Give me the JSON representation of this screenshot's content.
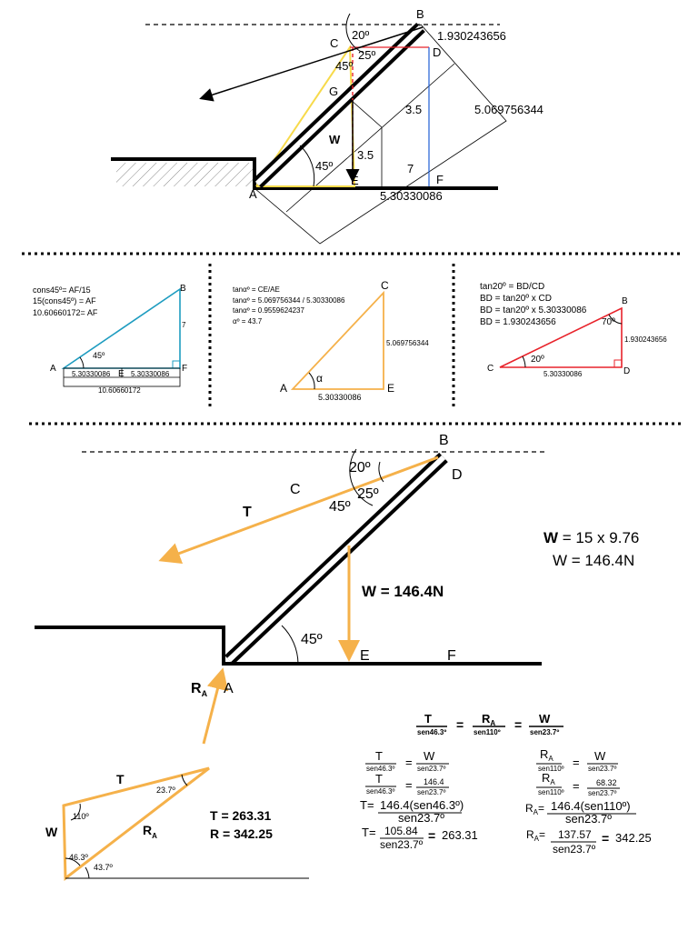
{
  "top": {
    "B": "B",
    "C": "C",
    "D": "D",
    "G": "G",
    "W": "W",
    "A": "A",
    "E": "E",
    "F": "F",
    "ang20": "20º",
    "ang25": "25º",
    "ang45a": "45º",
    "ang45b": "45º",
    "bd": "1.930243656",
    "cf": "5.069756344",
    "af": "5.30330086",
    "s35a": "3.5",
    "s35b": "3.5",
    "s7": "7"
  },
  "panel1": {
    "lines": [
      "cons45º= AF/15",
      "15(cons45º) = AF",
      "10.60660172=  AF"
    ],
    "B": "B",
    "A": "A",
    "E": "E",
    "F": "F",
    "side": "7",
    "angle": "45º",
    "ae": "5.30330086",
    "ef": "5.30330086",
    "total": "10.60660172"
  },
  "panel2": {
    "lines": [
      "tanαº = CE/AE",
      "tanαº = 5.069756344 / 5.30330086",
      "tanαº = 0.9559624237",
      "αº = 43.7"
    ],
    "C": "C",
    "A": "A",
    "E": "E",
    "alpha": "α",
    "ce": "5.069756344",
    "ae": "5.30330086"
  },
  "panel3": {
    "lines": [
      "tan20º = BD/CD",
      "BD = tan20º x CD",
      "BD = tan20º x 5.30330086",
      "BD = 1.930243656"
    ],
    "B": "B",
    "C": "C",
    "D": "D",
    "ang70": "70º",
    "ang20": "20º",
    "bd": "1.930243656",
    "cd": "5.30330086"
  },
  "fbd": {
    "B": "B",
    "C": "C",
    "D": "D",
    "E": "E",
    "F": "F",
    "A": "A",
    "T": "T",
    "ang20": "20º",
    "ang25": "25º",
    "ang45a": "45º",
    "ang45b": "45º",
    "w_main": "W = 146.4N",
    "w_eq1": "W = 15 x 9.76",
    "w_eq2": "W = 146.4N",
    "RA_R": "R",
    "RA_sub": "A"
  },
  "tri": {
    "T": "T",
    "W": "W",
    "R": "R",
    "R_sub": "A",
    "a237": "23.7º",
    "a110": "110º",
    "a463": "46.3º",
    "a437": "43.7º",
    "res1": "T = 263.31",
    "res2": "R = 342.25"
  },
  "eq": {
    "main": {
      "T": "T",
      "s1": "sen46.3º",
      "R": "R",
      "Rsub": "A",
      "s2": "sen110º",
      "W": "W",
      "s3": "sen23.7º"
    },
    "left": {
      "l1_T": "T",
      "l1_s1": "sen46.3º",
      "l1_W": "W",
      "l1_s2": "sen23.7º",
      "l2_T": "T",
      "l2_s1": "sen46.3º",
      "l2_num": "146.4",
      "l2_s2": "sen23.7º",
      "l3_pre": "T=",
      "l3_num": "146.4(sen46.3º)",
      "l3_den": "sen23.7º",
      "l4_pre": "T=",
      "l4_num": "105.84",
      "l4_den": "sen23.7º",
      "l4_res": "263.31"
    },
    "right": {
      "r1_R": "R",
      "r1_sub": "A",
      "r1_s1": "sen110º",
      "r1_W": "W",
      "r1_s2": "sen23.7º",
      "r2_R": "R",
      "r2_sub": "A",
      "r2_s1": "sen110º",
      "r2_num": "68.32",
      "r2_s2": "sen23.7º",
      "r3_R": "R",
      "r3_sub": "A",
      "r3_num": "146.4(sen110º)",
      "r3_den": "sen23.7º",
      "r4_R": "R",
      "r4_sub": "A",
      "r4_num": "137.57",
      "r4_den": "sen23.7º",
      "r4_res": "342.25"
    }
  },
  "colors": {
    "orange": "#F5B14A",
    "yellow": "#F7DA4B",
    "red": "#E8232B",
    "teal": "#1E9CC0",
    "blue": "#1F5FD6",
    "black": "#000000"
  }
}
